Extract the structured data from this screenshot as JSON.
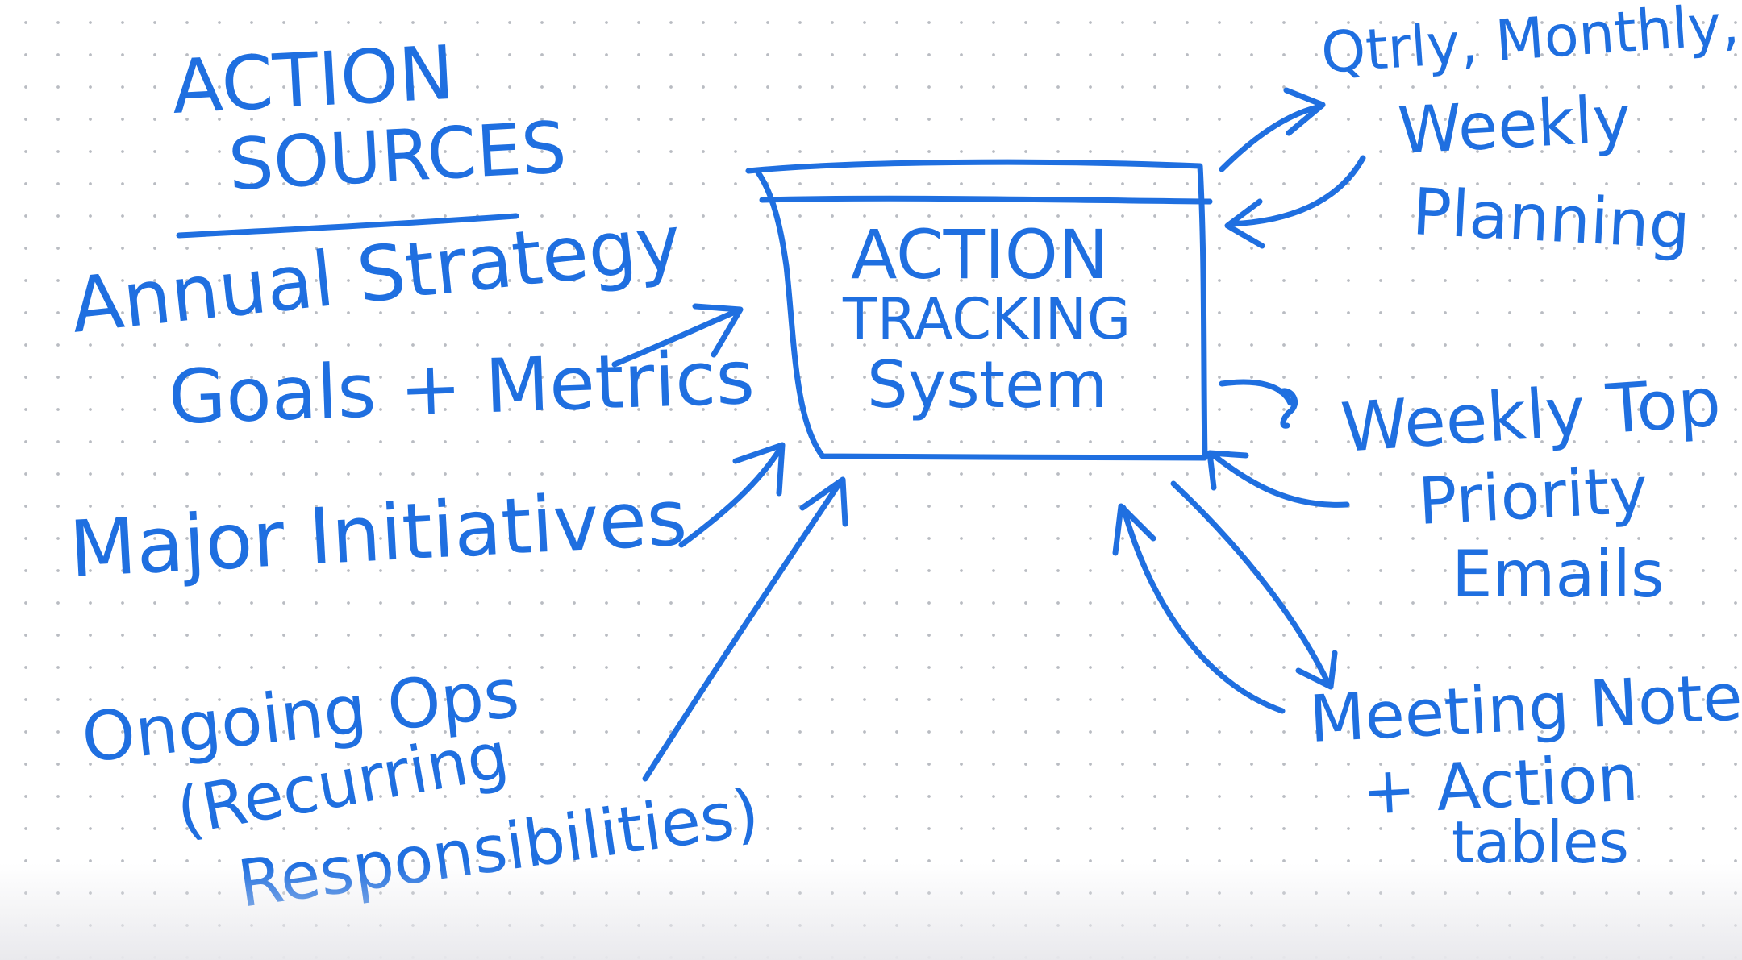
{
  "colors": {
    "ink": "#1f6fe0",
    "paper": "#ffffff",
    "dots": "#b9bcc2"
  },
  "heading": {
    "line1": "ACTION",
    "line2": "SOURCES"
  },
  "center": {
    "line1": "ACTION",
    "line2": "TRACKING",
    "line3": "System"
  },
  "sources": {
    "strategy": {
      "line1": "Annual Strategy",
      "line2": "Goals + Metrics"
    },
    "initiatives": {
      "line1": "Major Initiatives"
    },
    "ops": {
      "line1": "Ongoing Ops",
      "line2": "(Recurring",
      "line3": "Responsibilities)"
    }
  },
  "outputs": {
    "planning": {
      "line1": "Qtrly, Monthly,",
      "line2": "Weekly",
      "line3": "Planning"
    },
    "emails": {
      "line1": "Weekly Top",
      "line2": "Priority",
      "line3": "Emails"
    },
    "meetings": {
      "line1": "Meeting Notes",
      "line2": "+ Action",
      "line3": "tables"
    }
  }
}
